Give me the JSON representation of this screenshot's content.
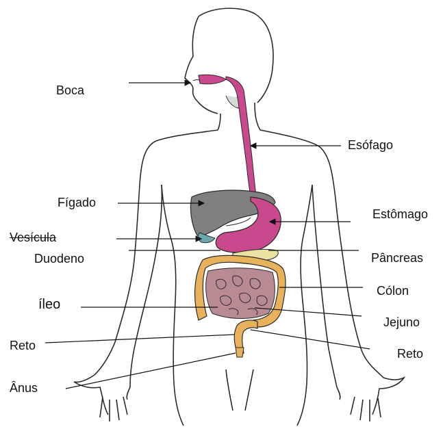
{
  "diagram": {
    "labels": {
      "boca": "Boca",
      "esofago": "Esófago",
      "figado": "Fígado",
      "estomago": "Estômago",
      "vesicula": "Vesícula",
      "duodeno": "Duodeno",
      "pancreas": "Pâncreas",
      "colon": "Cólon",
      "ileo": "íleo",
      "jejuno": "Jejuno",
      "reto_left": "Reto",
      "reto_right": "Reto",
      "anus": "Ânus"
    },
    "colors": {
      "outline": "#2a2a2a",
      "esophagus_stomach": "#c84a8c",
      "liver": "#808080",
      "gallbladder": "#6aa8b0",
      "pancreas": "#e9e2a0",
      "colon": "#e8b25c",
      "small_intestine": "#b88a92"
    }
  }
}
